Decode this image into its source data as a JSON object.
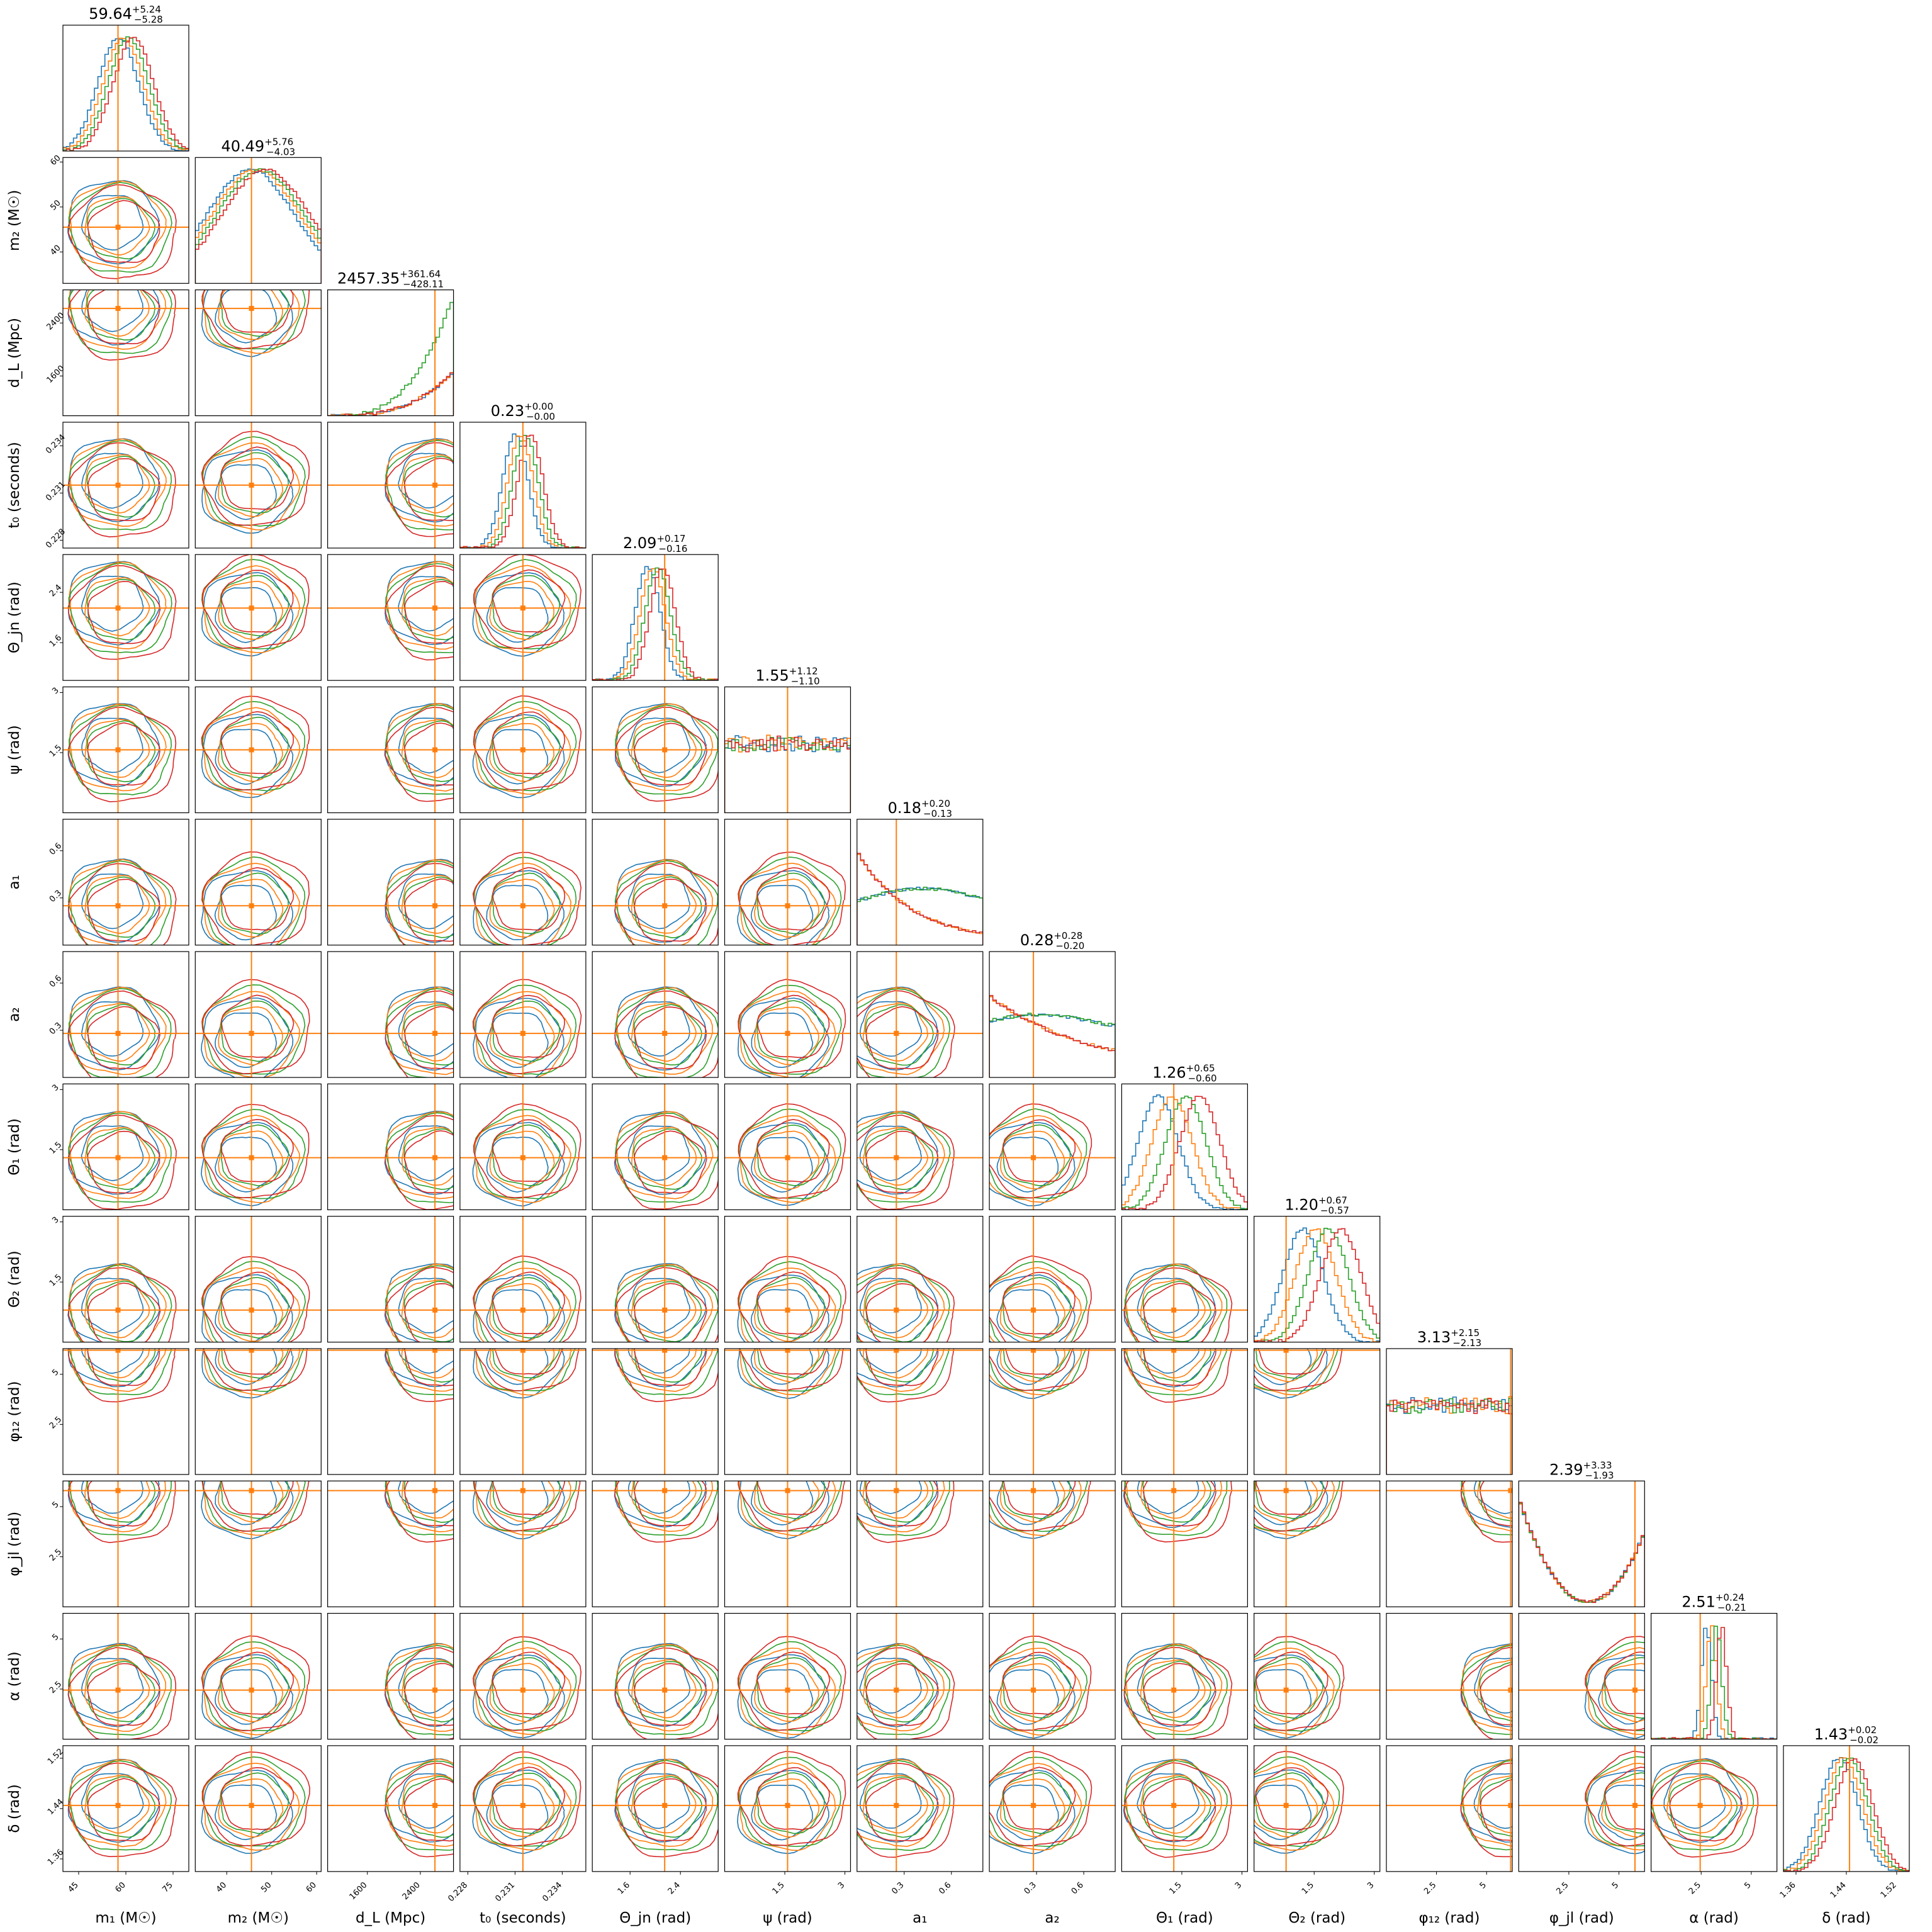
{
  "chart_data": {
    "type": "corner",
    "series_colors": [
      "#1f77b4",
      "#ff7f0e",
      "#2ca02c",
      "#d62728"
    ],
    "truth_color": "#ff7f0e",
    "params": [
      {
        "key": "m1",
        "label": "m₁ (M☉)",
        "ticks": [
          45,
          60,
          75
        ],
        "range": [
          40,
          80
        ],
        "truth": 57.5,
        "title": {
          "value": "59.64",
          "plus": "+5.24",
          "minus": "−5.28"
        }
      },
      {
        "key": "m2",
        "label": "m₂ (M☉)",
        "ticks": [
          40,
          50,
          60
        ],
        "range": [
          33,
          61
        ],
        "truth": 45.5,
        "title": {
          "value": "40.49",
          "plus": "+5.76",
          "minus": "−4.03"
        }
      },
      {
        "key": "dL",
        "label": "d_L (Mpc)",
        "ticks": [
          1600,
          2400
        ],
        "range": [
          1000,
          2900
        ],
        "truth": 2620,
        "title": {
          "value": "2457.35",
          "plus": "+361.64",
          "minus": "−428.11"
        }
      },
      {
        "key": "t0",
        "label": "t₀ (seconds)",
        "ticks": [
          0.228,
          0.231,
          0.234
        ],
        "range": [
          0.2275,
          0.2355
        ],
        "truth": 0.2315,
        "title": {
          "value": "0.23",
          "plus": "+0.00",
          "minus": "−0.00"
        }
      },
      {
        "key": "thetajn",
        "label": "Θ_jn (rad)",
        "ticks": [
          1.6,
          2.4
        ],
        "range": [
          1.0,
          3.0
        ],
        "truth": 2.15,
        "title": {
          "value": "2.09",
          "plus": "+0.17",
          "minus": "−0.16"
        }
      },
      {
        "key": "psi",
        "label": "ψ (rad)",
        "ticks": [
          1.5,
          3.0
        ],
        "range": [
          0.0,
          3.14
        ],
        "truth": 1.57,
        "title": {
          "value": "1.55",
          "plus": "+1.12",
          "minus": "−1.10"
        }
      },
      {
        "key": "a1",
        "label": "a₁",
        "ticks": [
          0.3,
          0.6
        ],
        "range": [
          0.0,
          0.8
        ],
        "truth": 0.25,
        "title": {
          "value": "0.18",
          "plus": "+0.20",
          "minus": "−0.13"
        }
      },
      {
        "key": "a2",
        "label": "a₂",
        "ticks": [
          0.3,
          0.6
        ],
        "range": [
          0.0,
          0.8
        ],
        "truth": 0.28,
        "title": {
          "value": "0.28",
          "plus": "+0.28",
          "minus": "−0.20"
        }
      },
      {
        "key": "theta1",
        "label": "Θ₁ (rad)",
        "ticks": [
          1.5,
          3.0
        ],
        "range": [
          0.0,
          3.14
        ],
        "truth": 1.3,
        "title": {
          "value": "1.26",
          "plus": "+0.65",
          "minus": "−0.60"
        }
      },
      {
        "key": "theta2",
        "label": "Θ₂ (rad)",
        "ticks": [
          1.5,
          3.0
        ],
        "range": [
          0.0,
          3.14
        ],
        "truth": 0.8,
        "title": {
          "value": "1.20",
          "plus": "+0.67",
          "minus": "−0.57"
        }
      },
      {
        "key": "phi12",
        "label": "φ₁₂ (rad)",
        "ticks": [
          2.5,
          5.0
        ],
        "range": [
          0.0,
          6.28
        ],
        "truth": 6.2,
        "title": {
          "value": "3.13",
          "plus": "+2.15",
          "minus": "−2.13"
        }
      },
      {
        "key": "phijl",
        "label": "φ_jl (rad)",
        "ticks": [
          2.5,
          5.0
        ],
        "range": [
          0.0,
          6.28
        ],
        "truth": 5.8,
        "title": {
          "value": "2.39",
          "plus": "+3.33",
          "minus": "−1.93"
        }
      },
      {
        "key": "alpha",
        "label": "α (rad)",
        "ticks": [
          2.5,
          5.0
        ],
        "range": [
          0.0,
          6.28
        ],
        "truth": 2.45,
        "title": {
          "value": "2.51",
          "plus": "+0.24",
          "minus": "−0.21"
        }
      },
      {
        "key": "delta",
        "label": "δ (rad)",
        "ticks": [
          1.36,
          1.44,
          1.52
        ],
        "range": [
          1.34,
          1.54
        ],
        "truth": 1.445,
        "title": {
          "value": "1.43",
          "plus": "+0.02",
          "minus": "−0.02"
        }
      }
    ]
  }
}
